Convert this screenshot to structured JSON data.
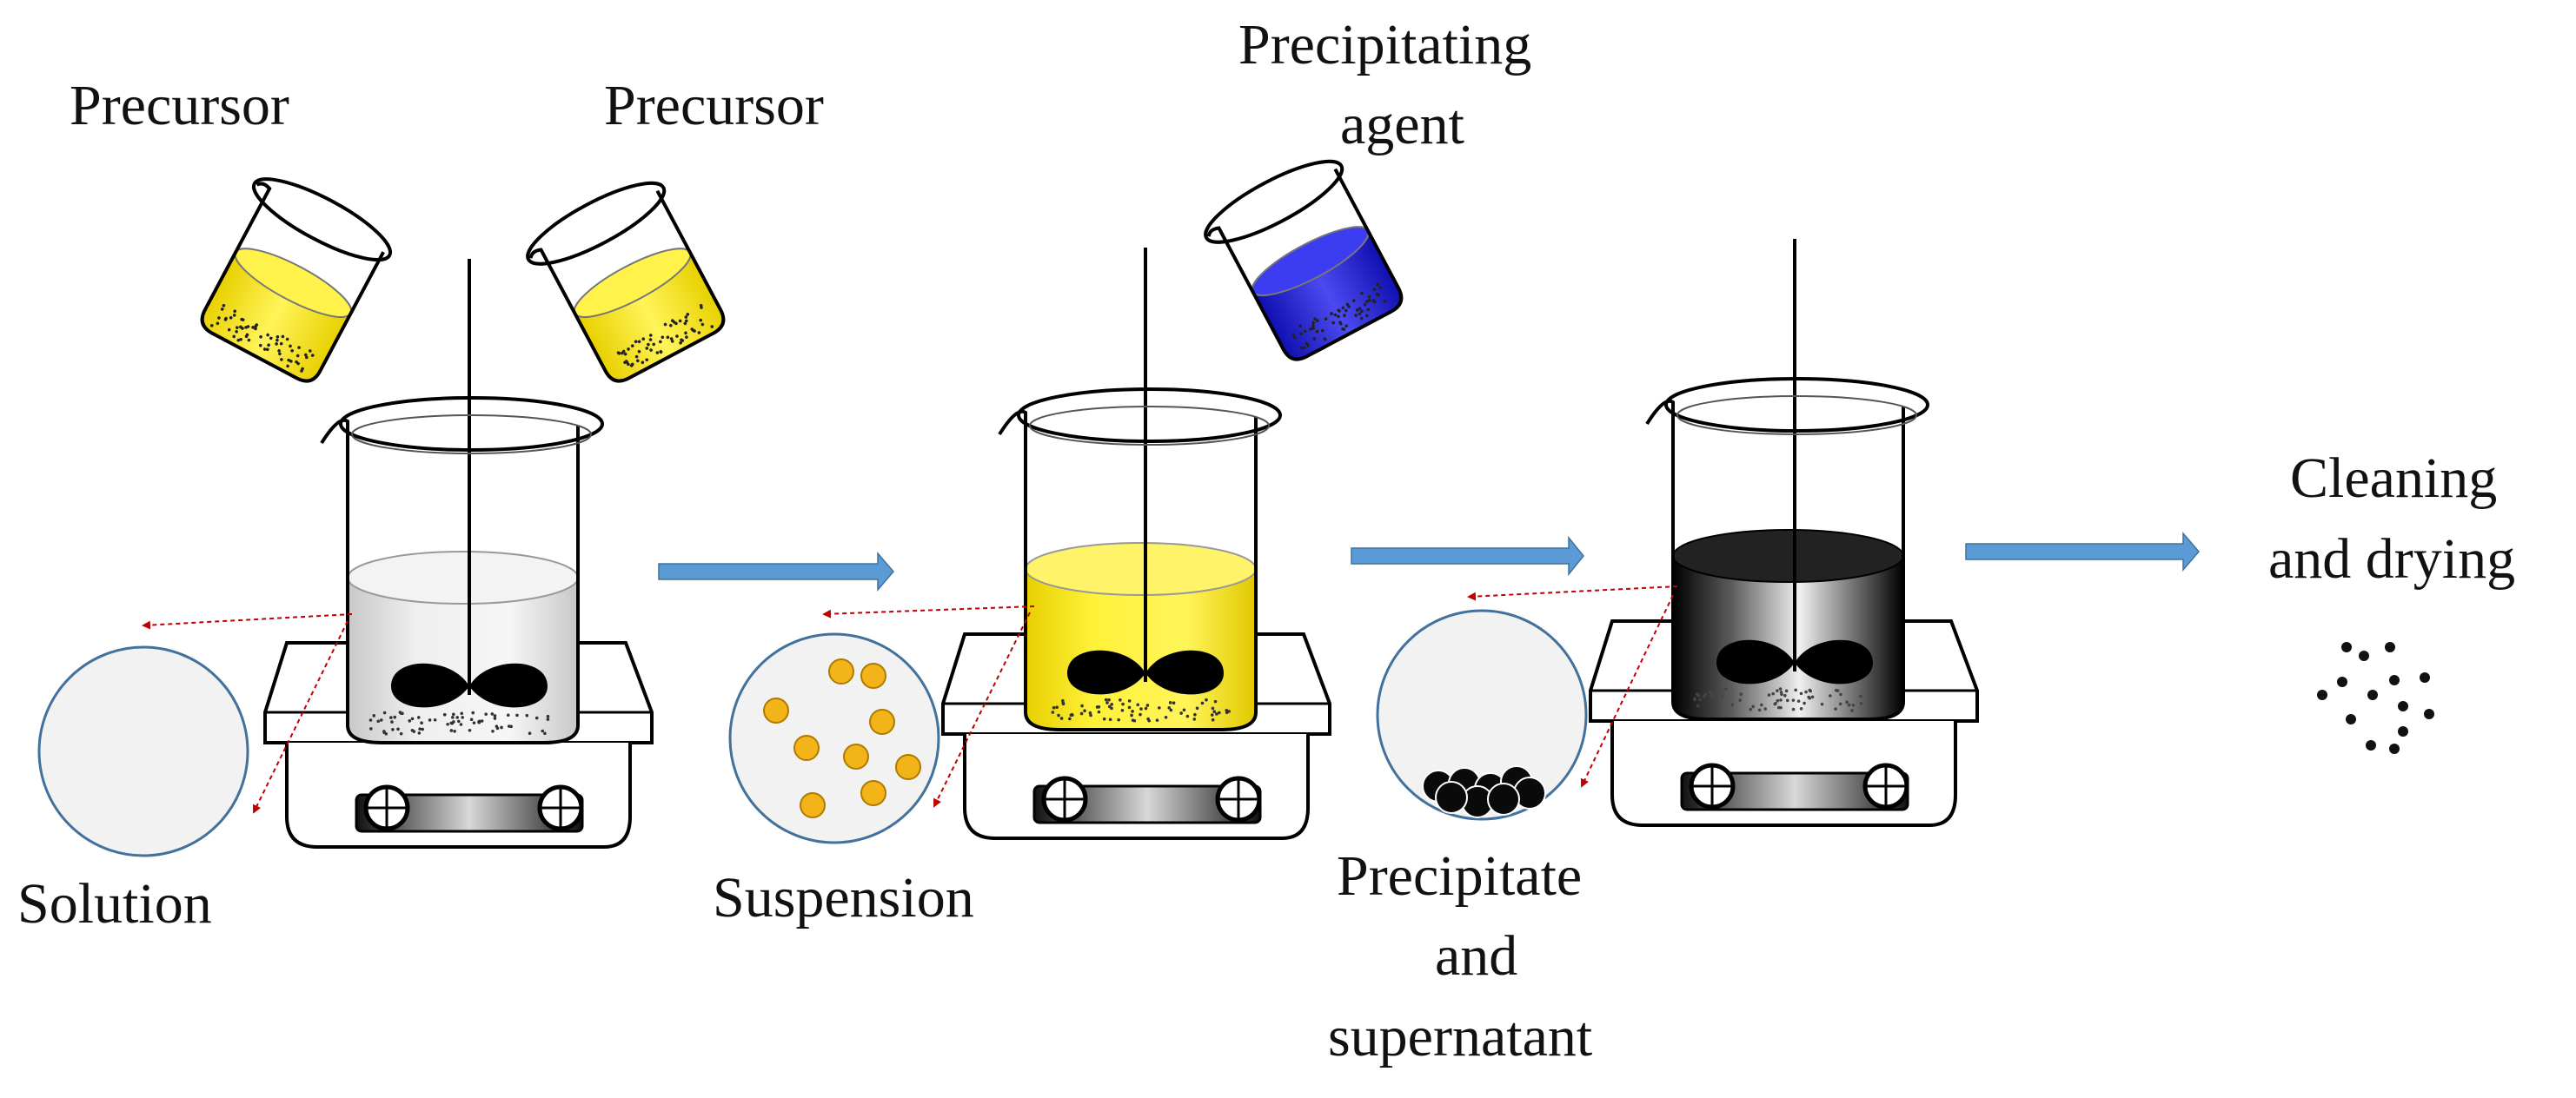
{
  "labels": {
    "precursor_1": "Precursor",
    "precursor_2": "Precursor",
    "precipitating_agent_line1": "Precipitating",
    "precipitating_agent_line2": "agent",
    "solution": "Solution",
    "suspension": "Suspension",
    "precipitate_line1": "Precipitate",
    "precipitate_line2": "and",
    "precipitate_line3": "supernatant",
    "cleaning_line1": "Cleaning",
    "cleaning_line2": "and drying"
  },
  "colors": {
    "precursor_liquid": "#f6ec2a",
    "agent_liquid": "#2a2ad8",
    "suspension_liquid": "#f7e51c",
    "solution_liquid": "#e6e6e6",
    "precipitate_liquid": "#1c1c1c",
    "process_arrow": "#5b9bd5",
    "pointer_line": "#c00000",
    "circle_outline": "#41719c",
    "circle_fill": "#f2f2f2",
    "particle_fill": "#f2b418"
  },
  "icons": {
    "beaker": "beaker-icon",
    "hot_plate": "hot-plate-stirrer-icon",
    "stir_bar": "stir-bar-icon",
    "pouring_beaker": "pouring-beaker-icon",
    "magnifier": "magnified-view-circle"
  }
}
